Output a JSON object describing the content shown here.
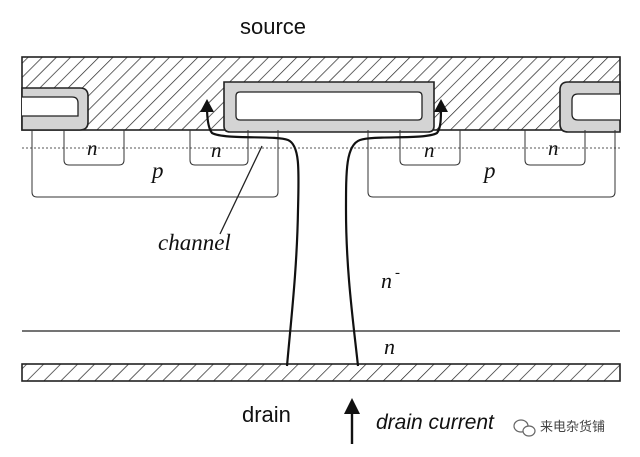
{
  "labels": {
    "source": "source",
    "drain": "drain",
    "drain_current": "drain current",
    "channel": "channel",
    "n_left": "n",
    "n_mid_left": "n",
    "n_mid_right": "n",
    "n_right": "n",
    "p_left": "p",
    "p_right": "p",
    "n_minus": "n",
    "n_minus_sup": "-",
    "n_bottom": "n"
  },
  "watermark": {
    "text": "来电杂货铺",
    "icon": "wechat-icon"
  },
  "colors": {
    "gate_fill": "#d4d4d4",
    "line": "#222222"
  }
}
